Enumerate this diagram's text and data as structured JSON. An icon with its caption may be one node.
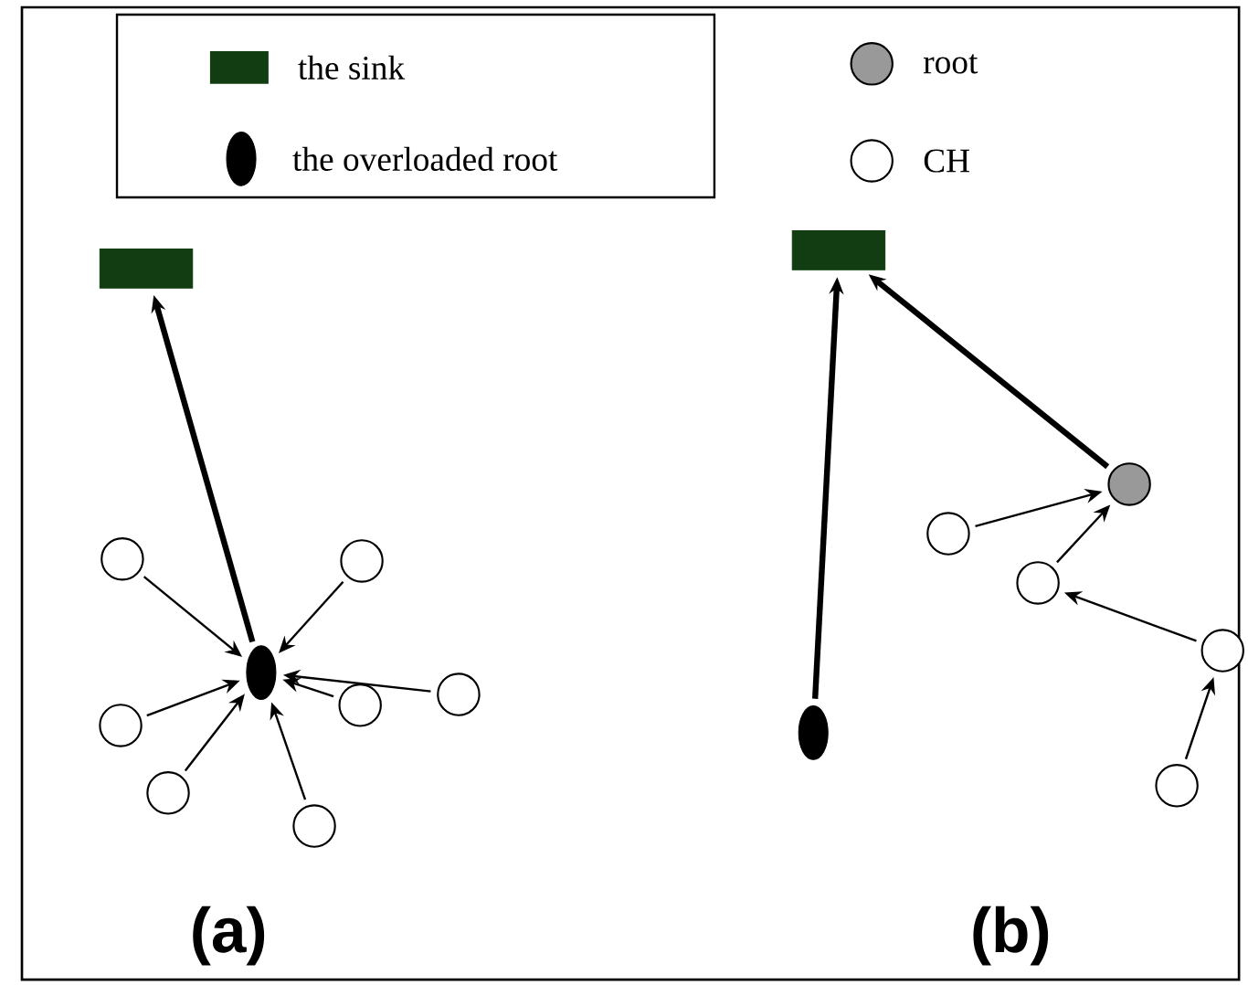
{
  "diagram": {
    "nodes": [
      {
        "text": [],
        "shape": "box"
      },
      {
        "text": [],
        "shape": "circle"
      },
      {
        "text": [],
        "shape": "circle"
      },
      {
        "text": [],
        "shape": "circle"
      },
      {
        "text": [],
        "shape": "circle"
      },
      {
        "text": [],
        "shape": "circle"
      },
      {
        "text": [],
        "shape": "circle"
      },
      {
        "text": [],
        "shape": "circle"
      },
      {
        "text": [],
        "shape": "circle"
      },
      {
        "text": [],
        "shape": "box"
      },
      {
        "text": [],
        "shape": "circle"
      },
      {
        "text": [],
        "shape": "circle"
      },
      {
        "text": [],
        "shape": "circle"
      },
      {
        "text": [],
        "shape": "circle"
      },
      {
        "text": [],
        "shape": "circle"
      },
      {
        "text": [],
        "shape": "circle"
      }
    ],
    "edges": [
      {
        "from": 1,
        "to": 0,
        "arrow": "to",
        "style": "thick"
      },
      {
        "from": 2,
        "to": 1,
        "arrow": "to"
      },
      {
        "from": 3,
        "to": 1,
        "arrow": "to"
      },
      {
        "from": 4,
        "to": 1,
        "arrow": "to"
      },
      {
        "from": 5,
        "to": 1,
        "arrow": "to"
      },
      {
        "from": 6,
        "to": 1,
        "arrow": "to"
      },
      {
        "from": 7,
        "to": 1,
        "arrow": "to"
      },
      {
        "from": 8,
        "to": 1,
        "arrow": "to"
      },
      {
        "from": 10,
        "to": 9,
        "arrow": "to",
        "style": "thick"
      },
      {
        "from": 11,
        "to": 9,
        "arrow": "to",
        "style": "thick"
      },
      {
        "from": 12,
        "to": 11,
        "arrow": "to"
      },
      {
        "from": 13,
        "to": 11,
        "arrow": "to"
      },
      {
        "from": 14,
        "to": 13,
        "arrow": "to"
      },
      {
        "from": 15,
        "to": 14,
        "arrow": "to"
      }
    ],
    "labels": [
      "(a)",
      "(b)"
    ],
    "legend": [
      {
        "text": "the sink",
        "color": "#123d12"
      },
      {
        "text": "root"
      },
      {
        "text": "the overloaded root"
      },
      {
        "text": "CH"
      }
    ]
  }
}
